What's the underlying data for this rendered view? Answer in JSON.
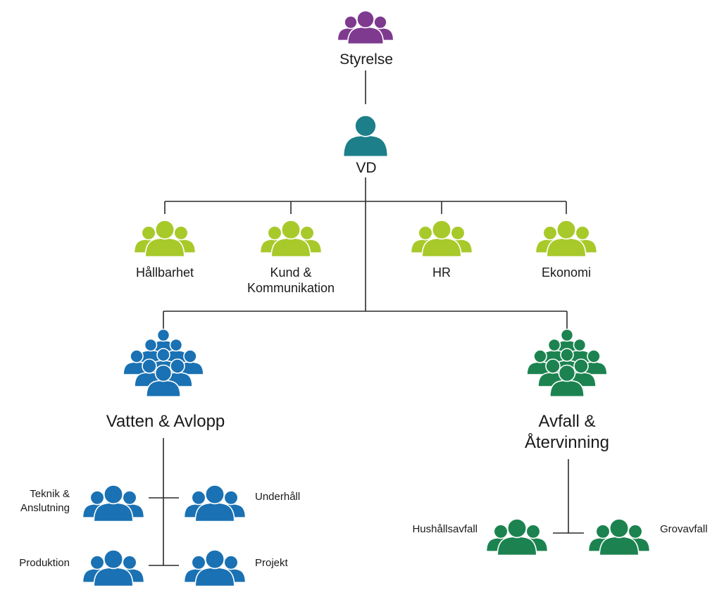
{
  "colors": {
    "board": "#7e3a8f",
    "ceo": "#1c7f8a",
    "staff": "#a8c92a",
    "water": "#1a71b3",
    "waste": "#1c8350",
    "line": "#2a2a2a"
  },
  "board": {
    "label": "Styrelse",
    "icon": "group-3-icon"
  },
  "ceo": {
    "label": "VD",
    "icon": "person-icon"
  },
  "staff_units": [
    {
      "label": "Hållbarhet",
      "icon": "group-3-icon"
    },
    {
      "label": "Kund &\nKommunikation",
      "icon": "group-3-icon"
    },
    {
      "label": "HR",
      "icon": "group-3-icon"
    },
    {
      "label": "Ekonomi",
      "icon": "group-3-icon"
    }
  ],
  "divisions": {
    "water": {
      "label": "Vatten & Avlopp",
      "icon": "group-crowd-icon",
      "units": [
        {
          "label": "Teknik &\nAnslutning",
          "icon": "group-3-icon"
        },
        {
          "label": "Underhåll",
          "icon": "group-3-icon"
        },
        {
          "label": "Produktion",
          "icon": "group-3-icon"
        },
        {
          "label": "Projekt",
          "icon": "group-3-icon"
        }
      ]
    },
    "waste": {
      "label": "Avfall &\nÅtervinning",
      "icon": "group-crowd-icon",
      "units": [
        {
          "label": "Hushållsavfall",
          "icon": "group-3-icon"
        },
        {
          "label": "Grovavfall",
          "icon": "group-3-icon"
        }
      ]
    }
  }
}
